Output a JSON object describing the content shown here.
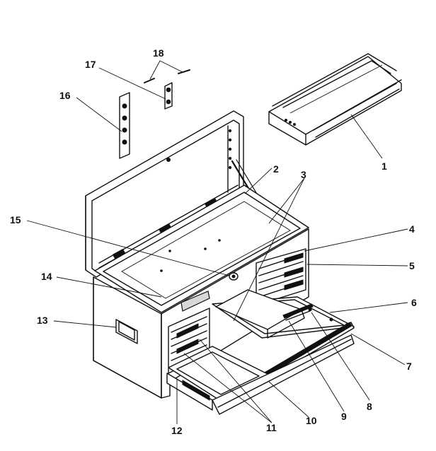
{
  "diagram": {
    "callouts": [
      {
        "id": "1",
        "text": "1"
      },
      {
        "id": "2",
        "text": "2"
      },
      {
        "id": "3",
        "text": "3"
      },
      {
        "id": "4",
        "text": "4"
      },
      {
        "id": "5",
        "text": "5"
      },
      {
        "id": "6",
        "text": "6"
      },
      {
        "id": "7",
        "text": "7"
      },
      {
        "id": "8",
        "text": "8"
      },
      {
        "id": "9",
        "text": "9"
      },
      {
        "id": "10",
        "text": "10"
      },
      {
        "id": "11",
        "text": "11"
      },
      {
        "id": "12",
        "text": "12"
      },
      {
        "id": "13",
        "text": "13"
      },
      {
        "id": "14",
        "text": "14"
      },
      {
        "id": "15",
        "text": "15"
      },
      {
        "id": "16",
        "text": "16"
      },
      {
        "id": "17",
        "text": "17"
      },
      {
        "id": "18",
        "text": "18"
      }
    ],
    "colors": {
      "ink": "#111111",
      "background": "#ffffff"
    }
  }
}
